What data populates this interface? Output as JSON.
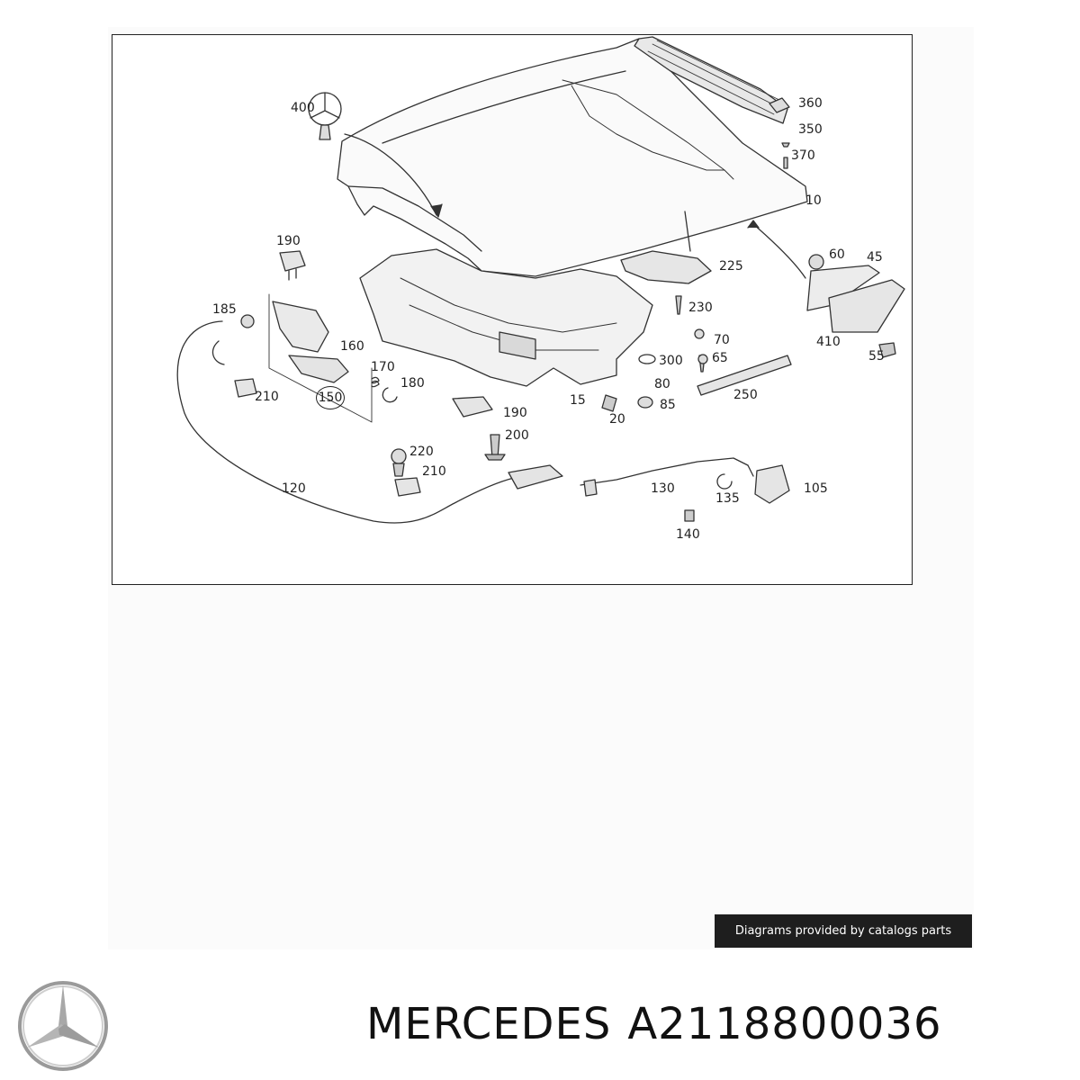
{
  "diagram": {
    "callouts": [
      {
        "id": "c400",
        "text": "400"
      },
      {
        "id": "c360",
        "text": "360"
      },
      {
        "id": "c350",
        "text": "350"
      },
      {
        "id": "c370",
        "text": "370"
      },
      {
        "id": "c10",
        "text": "10"
      },
      {
        "id": "c190a",
        "text": "190"
      },
      {
        "id": "c225",
        "text": "225"
      },
      {
        "id": "c60",
        "text": "60"
      },
      {
        "id": "c45",
        "text": "45"
      },
      {
        "id": "c230",
        "text": "230"
      },
      {
        "id": "c185",
        "text": "185"
      },
      {
        "id": "c160",
        "text": "160"
      },
      {
        "id": "c170",
        "text": "170"
      },
      {
        "id": "c180",
        "text": "180"
      },
      {
        "id": "c150",
        "text": "150"
      },
      {
        "id": "c210a",
        "text": "210"
      },
      {
        "id": "c410",
        "text": "410"
      },
      {
        "id": "c70",
        "text": "70"
      },
      {
        "id": "c65",
        "text": "65"
      },
      {
        "id": "c55",
        "text": "55"
      },
      {
        "id": "c300",
        "text": "300"
      },
      {
        "id": "c80",
        "text": "80"
      },
      {
        "id": "c250",
        "text": "250"
      },
      {
        "id": "c15",
        "text": "15"
      },
      {
        "id": "c20",
        "text": "20"
      },
      {
        "id": "c85",
        "text": "85"
      },
      {
        "id": "c190b",
        "text": "190"
      },
      {
        "id": "c200",
        "text": "200"
      },
      {
        "id": "c220",
        "text": "220"
      },
      {
        "id": "c210b",
        "text": "210"
      },
      {
        "id": "c120",
        "text": "120"
      },
      {
        "id": "c130",
        "text": "130"
      },
      {
        "id": "c135",
        "text": "135"
      },
      {
        "id": "c105",
        "text": "105"
      },
      {
        "id": "c140",
        "text": "140"
      }
    ]
  },
  "credit": "Diagrams provided by catalogs parts",
  "brand": "MERCEDES",
  "part_number": "A2118800036",
  "logo_icon": "mercedes-star-icon"
}
